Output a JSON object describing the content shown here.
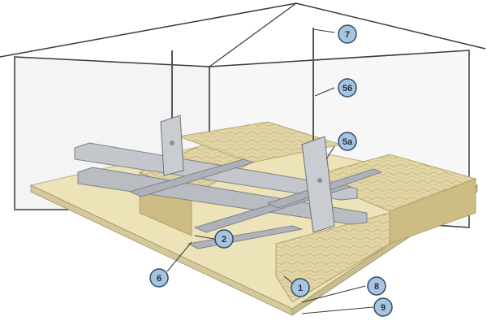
{
  "colors": {
    "background": "#ffffff",
    "room_line": "#3a3a3a",
    "wall_fill": "#f2f2f2",
    "board_fill": "#ede3b8",
    "board_edge": "#b8ad86",
    "insulation_fill": "#e2d6a6",
    "insulation_dark": "#bfae78",
    "metal": "#b9bcc1",
    "metal_dark": "#7e838a",
    "callout_fill": "#a9c4de",
    "callout_stroke": "#2d4a6b",
    "callout_text": "#1f2f45",
    "leader": "#3a3a3a"
  },
  "callouts": [
    {
      "id": "7",
      "label": "7"
    },
    {
      "id": "56",
      "label": "56"
    },
    {
      "id": "5a",
      "label": "5a"
    },
    {
      "id": "2",
      "label": "2"
    },
    {
      "id": "6",
      "label": "6"
    },
    {
      "id": "1",
      "label": "1"
    },
    {
      "id": "8",
      "label": "8"
    },
    {
      "id": "9",
      "label": "9"
    }
  ]
}
